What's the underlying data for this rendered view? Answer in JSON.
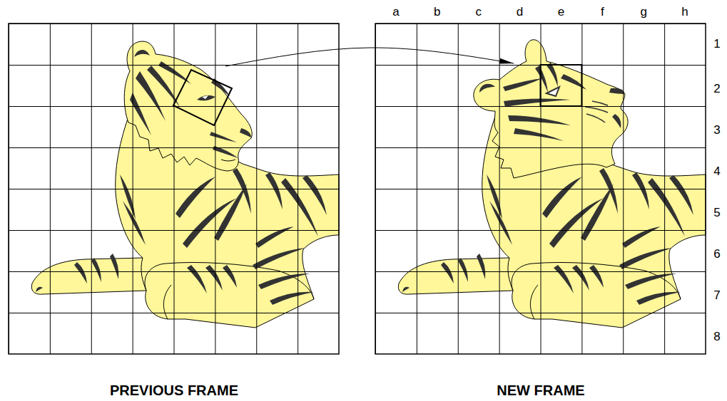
{
  "diagram": {
    "nodes": [
      {
        "text": [
          "PREVIOUS FRAME"
        ]
      },
      {
        "text": [
          "NEW FRAME"
        ]
      }
    ],
    "edges": [
      {
        "from": 0,
        "to": 1,
        "arrow": "to"
      }
    ],
    "labels": [
      "a",
      "b",
      "c",
      "d",
      "e",
      "f",
      "g",
      "h",
      "1",
      "2",
      "3",
      "4",
      "5",
      "6",
      "7",
      "8"
    ]
  }
}
